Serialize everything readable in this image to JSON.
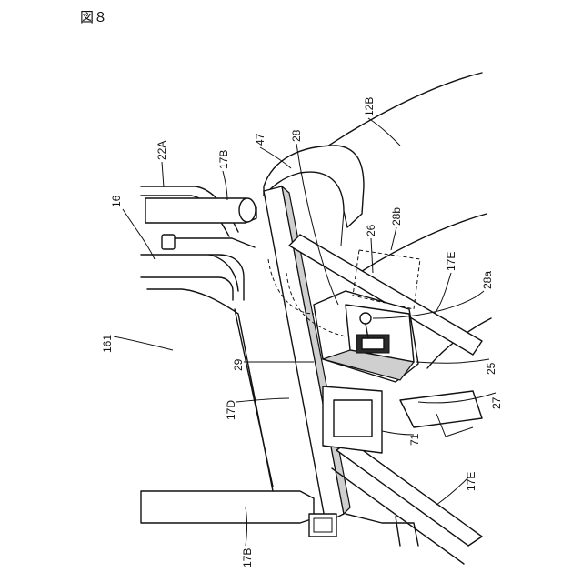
{
  "figure": {
    "title": "図８"
  },
  "labels": {
    "l_22A": "22A",
    "l_17B_top": "17B",
    "l_47": "47",
    "l_28": "28",
    "l_12B": "12B",
    "l_16": "16",
    "l_26": "26",
    "l_28b": "28b",
    "l_17E_upper": "17E",
    "l_28a": "28a",
    "l_161": "161",
    "l_29": "29",
    "l_25": "25",
    "l_17D": "17D",
    "l_27": "27",
    "l_71": "71",
    "l_17E_lower": "17E",
    "l_17B_bottom": "17B"
  }
}
